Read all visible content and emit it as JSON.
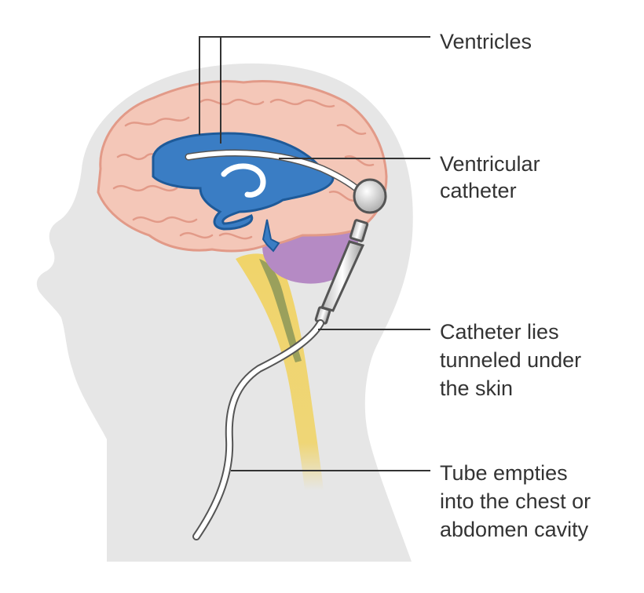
{
  "labels": {
    "ventricles": "Ventricles",
    "ventricular_catheter": [
      "Ventricular",
      "catheter"
    ],
    "catheter_tunneled": [
      "Catheter lies",
      "tunneled under",
      "the skin"
    ],
    "tube_empties": [
      "Tube empties",
      "into the chest or",
      "abdomen cavity"
    ]
  },
  "colors": {
    "head_silhouette": "#e6e6e6",
    "brain": "#f4c7b8",
    "brain_outline": "#e29a88",
    "ventricles": "#3a7dc4",
    "ventricles_outline": "#1e5a99",
    "cerebellum": "#b58ac4",
    "spinal_cord": "#f0d46a",
    "brainstem": "#9aa05c",
    "catheter": "#ffffff",
    "catheter_outline": "#555555",
    "valve": "#d9d9d9",
    "text": "#333333"
  }
}
